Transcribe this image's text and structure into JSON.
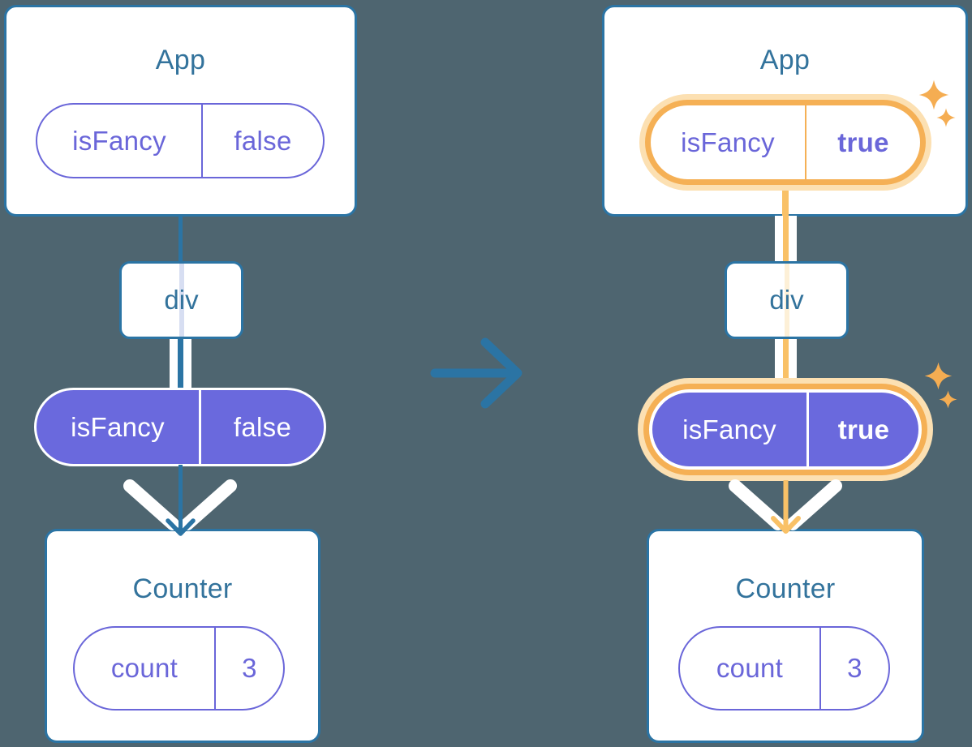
{
  "trees": {
    "left": {
      "app": {
        "title": "App"
      },
      "app_state_pill": {
        "key": "isFancy",
        "value": "false"
      },
      "div_node": {
        "label": "div"
      },
      "prop_pill": {
        "key": "isFancy",
        "value": "false"
      },
      "counter": {
        "title": "Counter"
      },
      "count_pill": {
        "key": "count",
        "value": "3"
      }
    },
    "right": {
      "app": {
        "title": "App"
      },
      "app_state_pill": {
        "key": "isFancy",
        "value": "true"
      },
      "div_node": {
        "label": "div"
      },
      "prop_pill": {
        "key": "isFancy",
        "value": "true"
      },
      "counter": {
        "title": "Counter"
      },
      "count_pill": {
        "key": "count",
        "value": "3"
      }
    }
  },
  "icons": {
    "transition_arrow": "arrow-right-icon",
    "prop_flow": "chevron-arrow-icon",
    "highlight": "sparkle-icon"
  },
  "colors": {
    "background": "#4e6570",
    "blue": "#2b74a4",
    "text_blue": "#33739c",
    "purple": "#6a66d9",
    "purple_fill": "#6a69dd",
    "orange_ring": "#f5b055",
    "orange_glow": "#fce0b2",
    "orange_line": "#f9c167",
    "lavender_line": "#d7def2",
    "peach_line": "#fdf0d7",
    "sparkle": "#f5ad52"
  }
}
